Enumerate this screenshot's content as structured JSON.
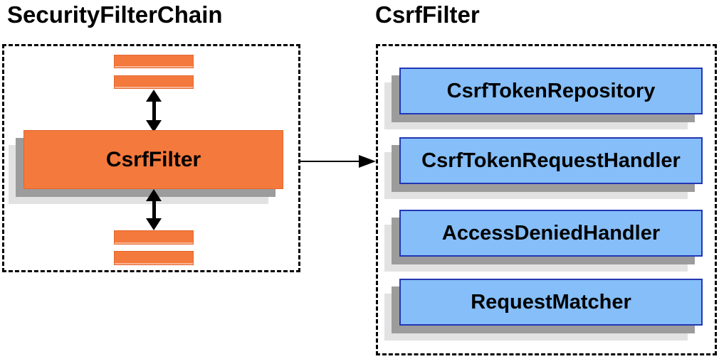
{
  "left_section": {
    "title": "SecurityFilterChain",
    "filter_label": "CsrfFilter"
  },
  "right_section": {
    "title": "CsrfFilter",
    "components": [
      {
        "label": "CsrfTokenRepository"
      },
      {
        "label": "CsrfTokenRequestHandler"
      },
      {
        "label": "AccessDeniedHandler"
      },
      {
        "label": "RequestMatcher"
      }
    ]
  },
  "icons": {
    "vertical_arrows": "up-down-arrow-icon",
    "connector": "right-arrow-icon"
  },
  "colors": {
    "orange_fill": "#F4793C",
    "orange_border": "#E2662D",
    "blue_fill": "#85BEF8",
    "blue_border": "#2337B4",
    "shadow_dark": "#9C9C9C",
    "shadow_light": "#E2E2E2",
    "container_border": "#000000",
    "arrow": "#000000",
    "text": "#000000",
    "background": "#FFFFFF"
  }
}
